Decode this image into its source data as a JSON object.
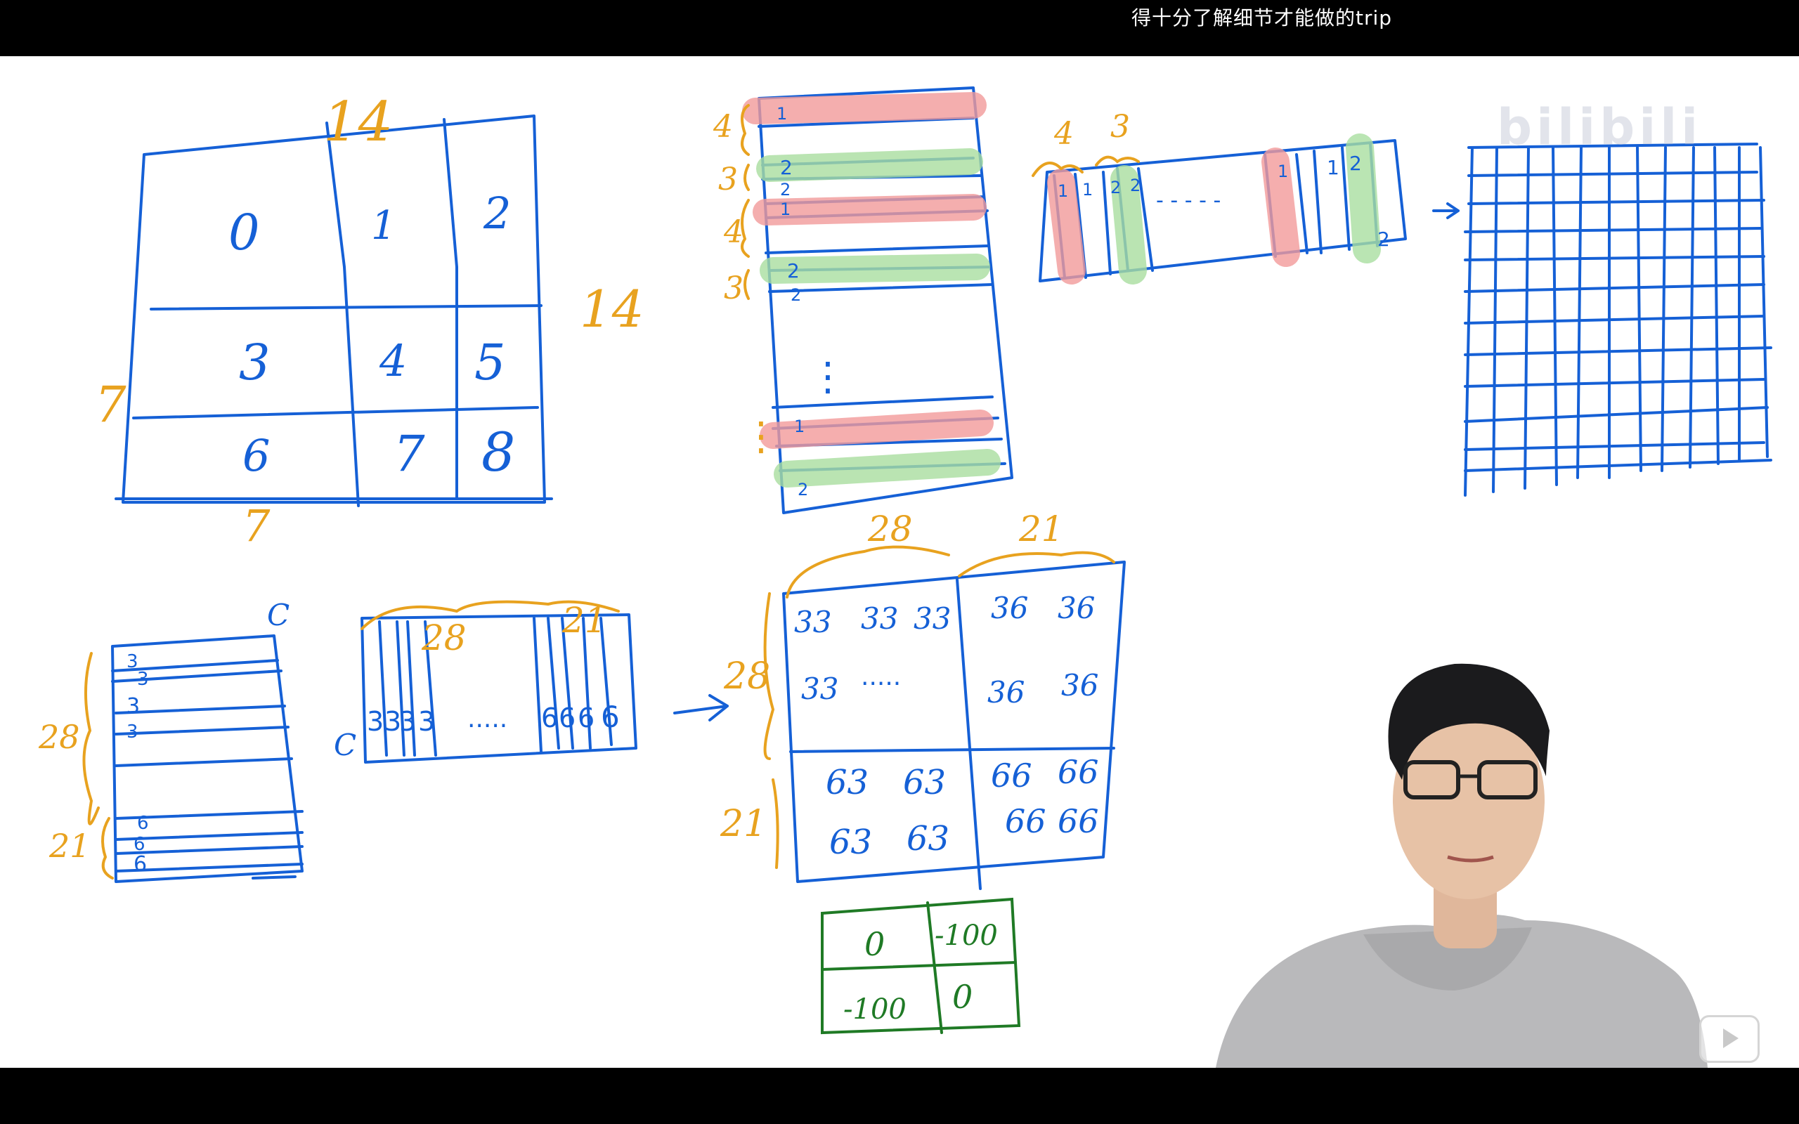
{
  "subtitle": "得十分了解细节才能做的trip",
  "colors": {
    "blue": "#1560d6",
    "orange": "#e8a21f",
    "green": "#1f7a25",
    "pink": "#f29a9a",
    "lightgreen": "#a9dea0"
  },
  "watermark": "bilibili",
  "grid3x3": {
    "top_label": "14",
    "right_label": "14",
    "left_label": "7",
    "bottom_label": "7",
    "cells": [
      "0",
      "1",
      "2",
      "3",
      "4",
      "5",
      "6",
      "7",
      "8"
    ]
  },
  "stack": {
    "labels": [
      "4",
      "3",
      "4",
      "3"
    ],
    "row_marks": [
      "1",
      "2",
      "2",
      "1",
      "2",
      "2",
      "1",
      "2"
    ],
    "dots": "⋮"
  },
  "row_strip": {
    "labels": [
      "4",
      "3"
    ],
    "marks": [
      "1",
      "1",
      "2",
      "2",
      "1",
      "1",
      "2",
      "2"
    ],
    "dots": "- - - - -"
  },
  "bottom_left": {
    "c_top": "C",
    "c_left": "C",
    "left_labels": [
      "28",
      "21"
    ],
    "row_marks": [
      "3",
      "3",
      "3",
      "3",
      "6",
      "6",
      "6"
    ],
    "top_labels": [
      "28",
      "21"
    ],
    "col_marks": [
      "3",
      "3",
      "3",
      "3",
      "6",
      "6",
      "6",
      "6"
    ],
    "dots": "....."
  },
  "block_matrix": {
    "top_labels": [
      "28",
      "21"
    ],
    "left_labels": [
      "28",
      "21"
    ],
    "tl": [
      "33",
      "33",
      "33",
      "33",
      "....."
    ],
    "tr": [
      "36",
      "36",
      "36",
      "36"
    ],
    "bl": [
      "63",
      "63",
      "63",
      "63"
    ],
    "br": [
      "66",
      "66",
      "66",
      "66"
    ]
  },
  "mask": {
    "cells": [
      "0",
      "-100",
      "-100",
      "0"
    ]
  },
  "icons": [
    "play-icon",
    "up-chevron-icon",
    "arrow-icon"
  ]
}
